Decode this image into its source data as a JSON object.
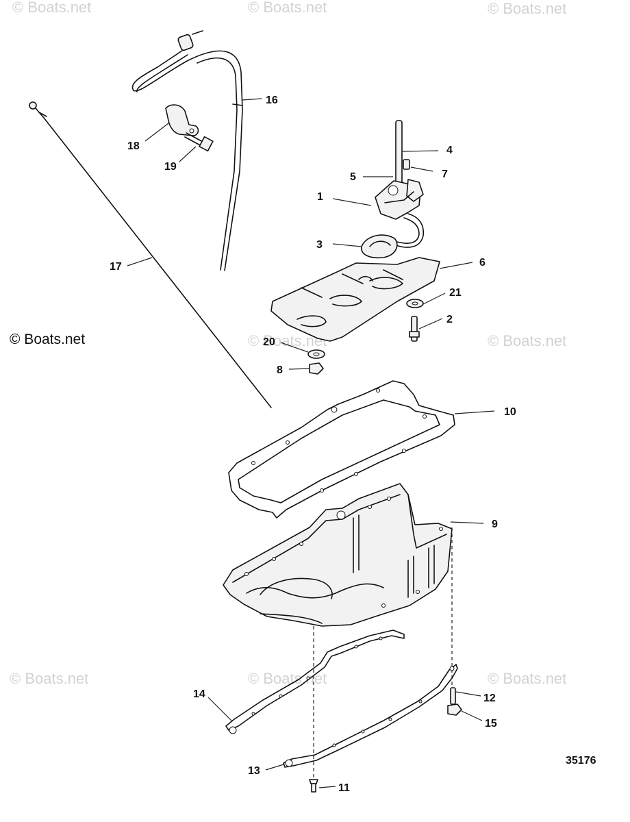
{
  "diagram": {
    "watermark_text": "© Boats.net",
    "credit_text": "© Boats.net",
    "figure_number": "35176",
    "callouts": [
      {
        "id": "c1",
        "label": "1"
      },
      {
        "id": "c2",
        "label": "2"
      },
      {
        "id": "c3",
        "label": "3"
      },
      {
        "id": "c4",
        "label": "4"
      },
      {
        "id": "c5",
        "label": "5"
      },
      {
        "id": "c6",
        "label": "6"
      },
      {
        "id": "c7",
        "label": "7"
      },
      {
        "id": "c8",
        "label": "8"
      },
      {
        "id": "c9",
        "label": "9"
      },
      {
        "id": "c10",
        "label": "10"
      },
      {
        "id": "c11",
        "label": "11"
      },
      {
        "id": "c12",
        "label": "12"
      },
      {
        "id": "c13",
        "label": "13"
      },
      {
        "id": "c14",
        "label": "14"
      },
      {
        "id": "c15",
        "label": "15"
      },
      {
        "id": "c16",
        "label": "16"
      },
      {
        "id": "c17",
        "label": "17"
      },
      {
        "id": "c18",
        "label": "18"
      },
      {
        "id": "c19",
        "label": "19"
      },
      {
        "id": "c20",
        "label": "20"
      },
      {
        "id": "c21",
        "label": "21"
      }
    ]
  }
}
